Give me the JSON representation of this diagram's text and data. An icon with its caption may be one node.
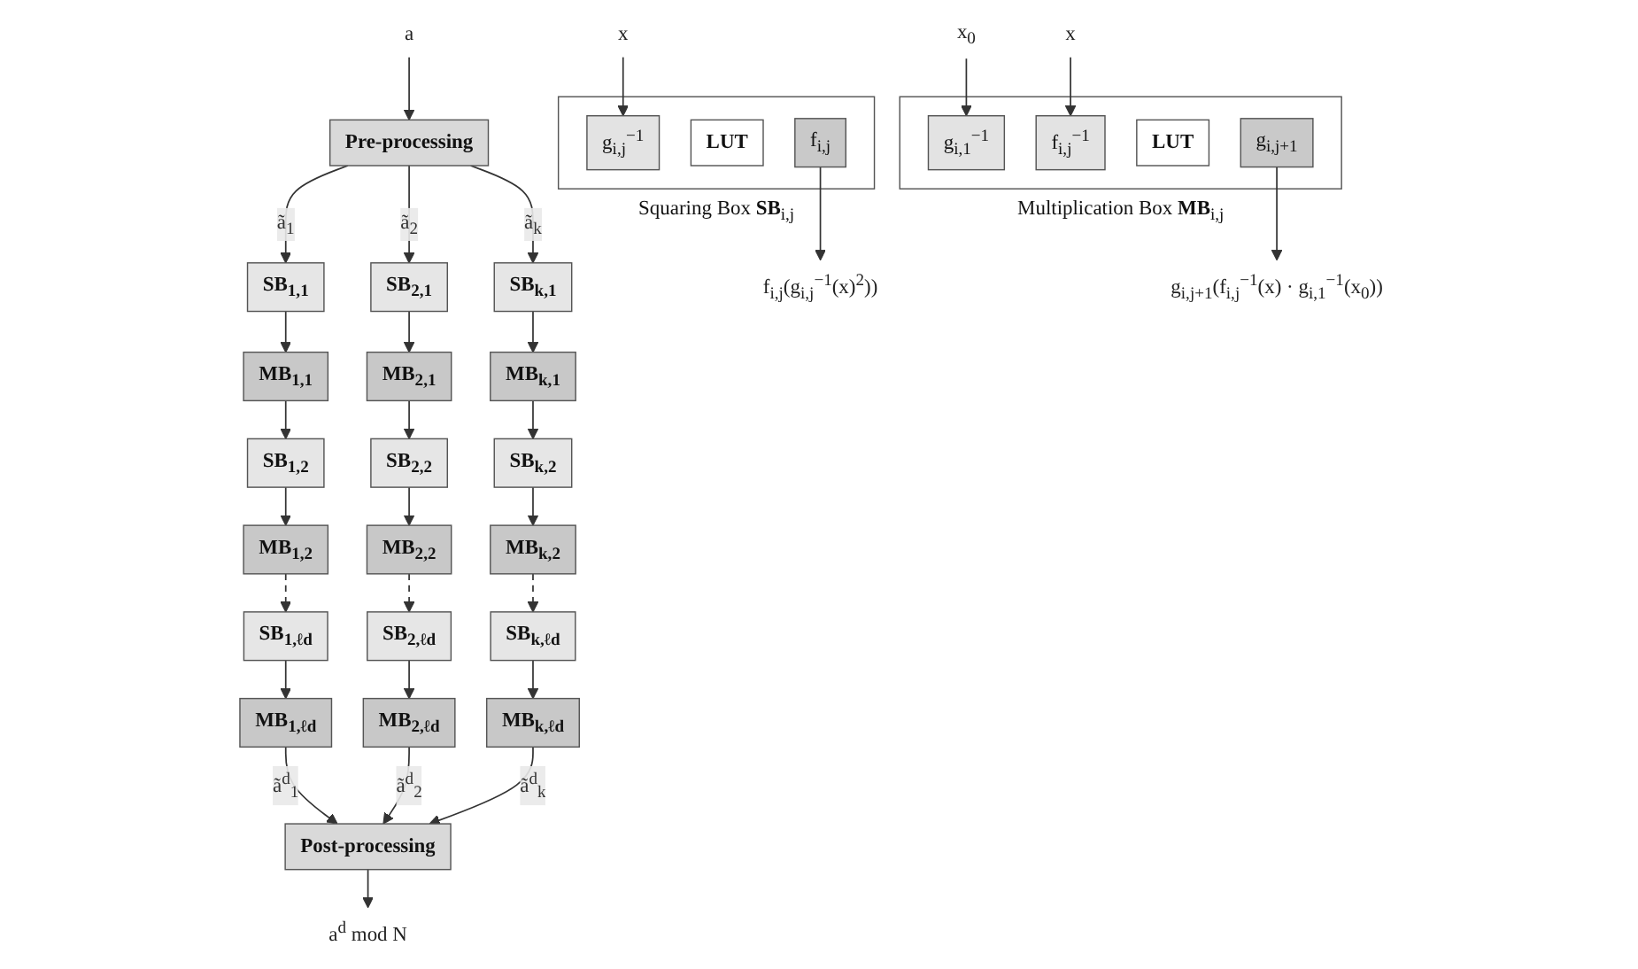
{
  "diagram": {
    "nodes": [
      {
        "text": [
          "a"
        ]
      },
      {
        "text": [
          "Pre-processing"
        ]
      },
      {
        "text": [
          "SB$_{1,1}$"
        ]
      },
      {
        "text": [
          "MB$_{1,1}$"
        ]
      },
      {
        "text": [
          "SB$_{1,2}$"
        ]
      },
      {
        "text": [
          "MB$_{1,2}$"
        ]
      },
      {
        "text": [
          "SB$_{1,ℓd}$"
        ]
      },
      {
        "text": [
          "MB$_{1,ℓd}$"
        ]
      },
      {
        "text": [
          "SB$_{2,1}$"
        ]
      },
      {
        "text": [
          "MB$_{2,1}$"
        ]
      },
      {
        "text": [
          "SB$_{2,2}$"
        ]
      },
      {
        "text": [
          "MB$_{2,2}$"
        ]
      },
      {
        "text": [
          "SB$_{2,ℓd}$"
        ]
      },
      {
        "text": [
          "MB$_{2,ℓd}$"
        ]
      },
      {
        "text": [
          "SB$_{k,1}$"
        ]
      },
      {
        "text": [
          "MB$_{k,1}$"
        ]
      },
      {
        "text": [
          "SB$_{k,2}$"
        ]
      },
      {
        "text": [
          "MB$_{k,2}$"
        ]
      },
      {
        "text": [
          "SB$_{k,ℓd}$"
        ]
      },
      {
        "text": [
          "MB$_{k,ℓd}$"
        ]
      },
      {
        "text": [
          "Post-processing"
        ]
      },
      {
        "text": [
          "a$^{d}$ mod N"
        ]
      },
      {
        "text": [
          "x"
        ]
      },
      {
        "text": [
          "Squaring Box **SB**$_{i,j}$"
        ]
      },
      {
        "text": [
          "g$_{i,j}$$^{−1}$"
        ],
        "in": 23
      },
      {
        "text": [
          "LUT"
        ],
        "in": 23
      },
      {
        "text": [
          "f$_{i,j}$"
        ],
        "in": 23
      },
      {
        "text": [
          "f$_{i,j}$(g$_{i,j}$$^{−1}$(x)$^{2}$))"
        ]
      },
      {
        "text": [
          "x$_{0}$"
        ]
      },
      {
        "text": [
          "x"
        ]
      },
      {
        "text": [
          "Multiplication Box **MB**$_{i,j}$"
        ]
      },
      {
        "text": [
          "g$_{i,1}$$^{−1}$"
        ],
        "in": 30
      },
      {
        "text": [
          "f$_{i,j}$$^{−1}$"
        ],
        "in": 30
      },
      {
        "text": [
          "LUT"
        ],
        "in": 30
      },
      {
        "text": [
          "g$_{i,j+1}$"
        ],
        "in": 30
      },
      {
        "text": [
          "g$_{i,j+1}$(f$_{i,j}$$^{−1}$(x) · g$_{i,1}$$^{−1}$(x$_{0}$))"
        ]
      }
    ],
    "edges": [
      {
        "from": 0,
        "to": 1,
        "arrow": "to"
      },
      {
        "from": 1,
        "to": 2,
        "arrow": "to",
        "label": "ã$_{1}$"
      },
      {
        "from": 2,
        "to": 3,
        "arrow": "to"
      },
      {
        "from": 3,
        "to": 4,
        "arrow": "to"
      },
      {
        "from": 4,
        "to": 5,
        "arrow": "to"
      },
      {
        "from": 5,
        "to": 6,
        "arrow": "to",
        "style": "dashed"
      },
      {
        "from": 6,
        "to": 7,
        "arrow": "to"
      },
      {
        "from": 7,
        "to": 20,
        "arrow": "to",
        "label": "ã$^{d}$$_{1}$"
      },
      {
        "from": 1,
        "to": 8,
        "arrow": "to",
        "label": "ã$_{2}$"
      },
      {
        "from": 8,
        "to": 9,
        "arrow": "to"
      },
      {
        "from": 9,
        "to": 10,
        "arrow": "to"
      },
      {
        "from": 10,
        "to": 11,
        "arrow": "to"
      },
      {
        "from": 11,
        "to": 12,
        "arrow": "to",
        "style": "dashed"
      },
      {
        "from": 12,
        "to": 13,
        "arrow": "to"
      },
      {
        "from": 13,
        "to": 20,
        "arrow": "to",
        "label": "ã$^{d}$$_{2}$"
      },
      {
        "from": 1,
        "to": 14,
        "arrow": "to",
        "label": "ã$_{k}$"
      },
      {
        "from": 14,
        "to": 15,
        "arrow": "to"
      },
      {
        "from": 15,
        "to": 16,
        "arrow": "to"
      },
      {
        "from": 16,
        "to": 17,
        "arrow": "to"
      },
      {
        "from": 17,
        "to": 18,
        "arrow": "to",
        "style": "dashed"
      },
      {
        "from": 18,
        "to": 19,
        "arrow": "to"
      },
      {
        "from": 19,
        "to": 20,
        "arrow": "to",
        "label": "ã$^{d}$$_{k}$"
      },
      {
        "from": 20,
        "to": 21,
        "arrow": "to"
      },
      {
        "from": 22,
        "to": 24,
        "arrow": "to"
      },
      {
        "from": 26,
        "to": 27,
        "arrow": "to"
      },
      {
        "from": 28,
        "to": 31,
        "arrow": "to"
      },
      {
        "from": 29,
        "to": 32,
        "arrow": "to"
      },
      {
        "from": 34,
        "to": 35,
        "arrow": "to"
      }
    ]
  }
}
